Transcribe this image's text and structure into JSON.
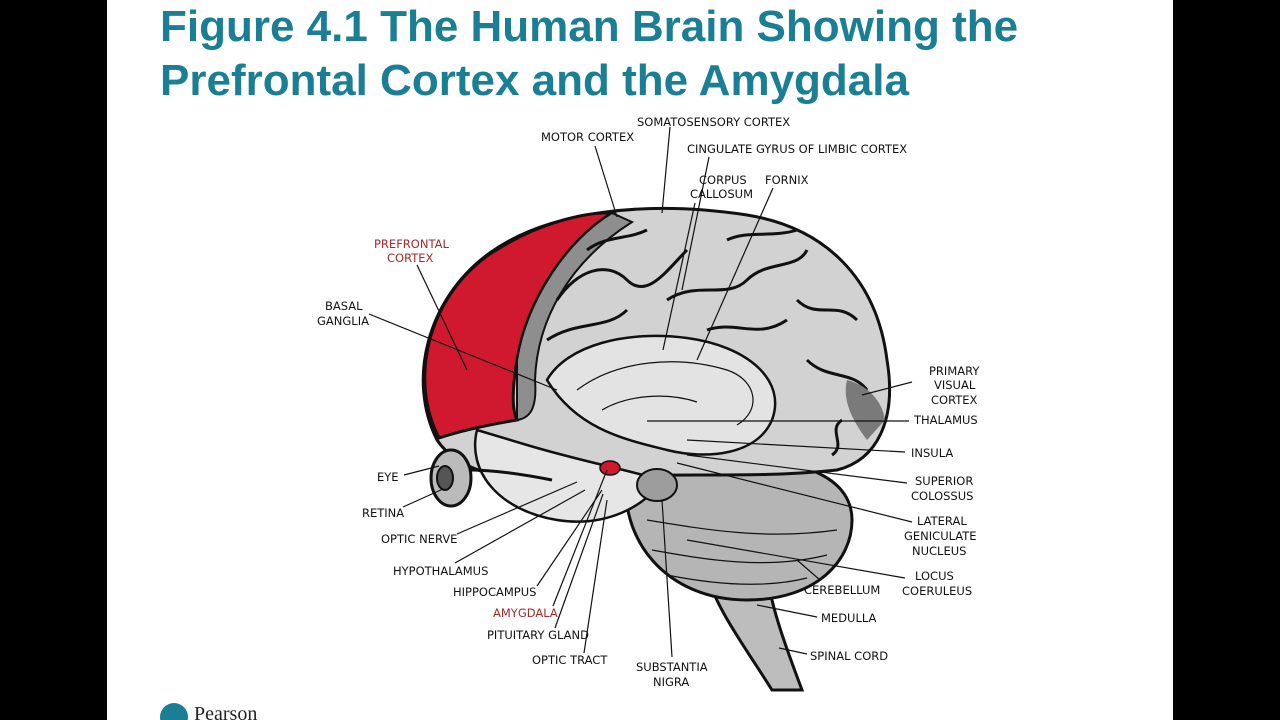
{
  "title": {
    "line1": "Figure 4.1 The Human Brain Showing the",
    "line2": "Prefrontal Cortex and the Amygdala"
  },
  "footer": {
    "brand": "Pearson"
  },
  "colors": {
    "title": "#1a7f95",
    "highlight": "#d0192e",
    "highlight_label": "#a52a2a",
    "brain_gray": "#c9c9c9"
  },
  "labels": {
    "somatosensory_cortex": "SOMATOSENSORY CORTEX",
    "motor_cortex": "MOTOR CORTEX",
    "cingulate_gyrus": "CINGULATE GYRUS OF LIMBIC CORTEX",
    "corpus_callosum_1": "CORPUS",
    "corpus_callosum_2": "CALLOSUM",
    "fornix": "FORNIX",
    "prefrontal_cortex_1": "PREFRONTAL",
    "prefrontal_cortex_2": "CORTEX",
    "basal_ganglia_1": "BASAL",
    "basal_ganglia_2": "GANGLIA",
    "primary_visual_cortex_1": "PRIMARY",
    "primary_visual_cortex_2": "VISUAL",
    "primary_visual_cortex_3": "CORTEX",
    "thalamus": "THALAMUS",
    "insula": "INSULA",
    "superior_colossus_1": "SUPERIOR",
    "superior_colossus_2": "COLOSSUS",
    "lateral_geniculate_1": "LATERAL",
    "lateral_geniculate_2": "GENICULATE",
    "lateral_geniculate_3": "NUCLEUS",
    "eye": "EYE",
    "retina": "RETINA",
    "optic_nerve": "OPTIC NERVE",
    "hypothalamus": "HYPOTHALAMUS",
    "hippocampus": "HIPPOCAMPUS",
    "amygdala": "AMYGDALA",
    "pituitary_gland": "PITUITARY GLAND",
    "optic_tract": "OPTIC TRACT",
    "substantia_nigra_1": "SUBSTANTIA",
    "substantia_nigra_2": "NIGRA",
    "cerebellum": "CEREBELLUM",
    "locus_coeruleus_1": "LOCUS",
    "locus_coeruleus_2": "COERULEUS",
    "medulla": "MEDULLA",
    "spinal_cord": "SPINAL CORD"
  }
}
